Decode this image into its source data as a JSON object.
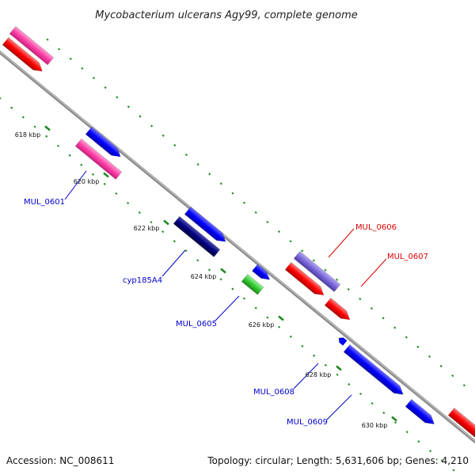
{
  "header": {
    "title": "Mycobacterium ulcerans Agy99, complete genome"
  },
  "footer": {
    "accession": "Accession: NC_008611",
    "topology": "Topology: circular; Length: 5,631,606 bp; Genes: 4,210"
  },
  "tick_labels": [
    {
      "label": "618 kbp"
    },
    {
      "label": "620 kbp"
    },
    {
      "label": "622 kbp"
    },
    {
      "label": "624 kbp"
    },
    {
      "label": "626 kbp"
    },
    {
      "label": "628 kbp"
    },
    {
      "label": "630 kbp"
    }
  ],
  "gene_labels": [
    {
      "label": "MUL_0601",
      "color": "#0000cc"
    },
    {
      "label": "cyp185A4",
      "color": "#0000cc"
    },
    {
      "label": "MUL_0605",
      "color": "#0000cc"
    },
    {
      "label": "MUL_0606",
      "color": "#dd0000"
    },
    {
      "label": "MUL_0607",
      "color": "#dd0000"
    },
    {
      "label": "MUL_0608",
      "color": "#0000cc"
    },
    {
      "label": "MUL_0609",
      "color": "#0000cc"
    }
  ],
  "colors": {
    "backbone": "#8c8c8c",
    "tick": "#1a8a1a",
    "forward_gene": "#0000ff",
    "reverse_gene": "#ff0000",
    "pseudo_pink": "#ff3fa6",
    "dark_blue_gene": "#000080",
    "purple_gene": "#7b68d8",
    "green_gene": "#33cc33"
  }
}
